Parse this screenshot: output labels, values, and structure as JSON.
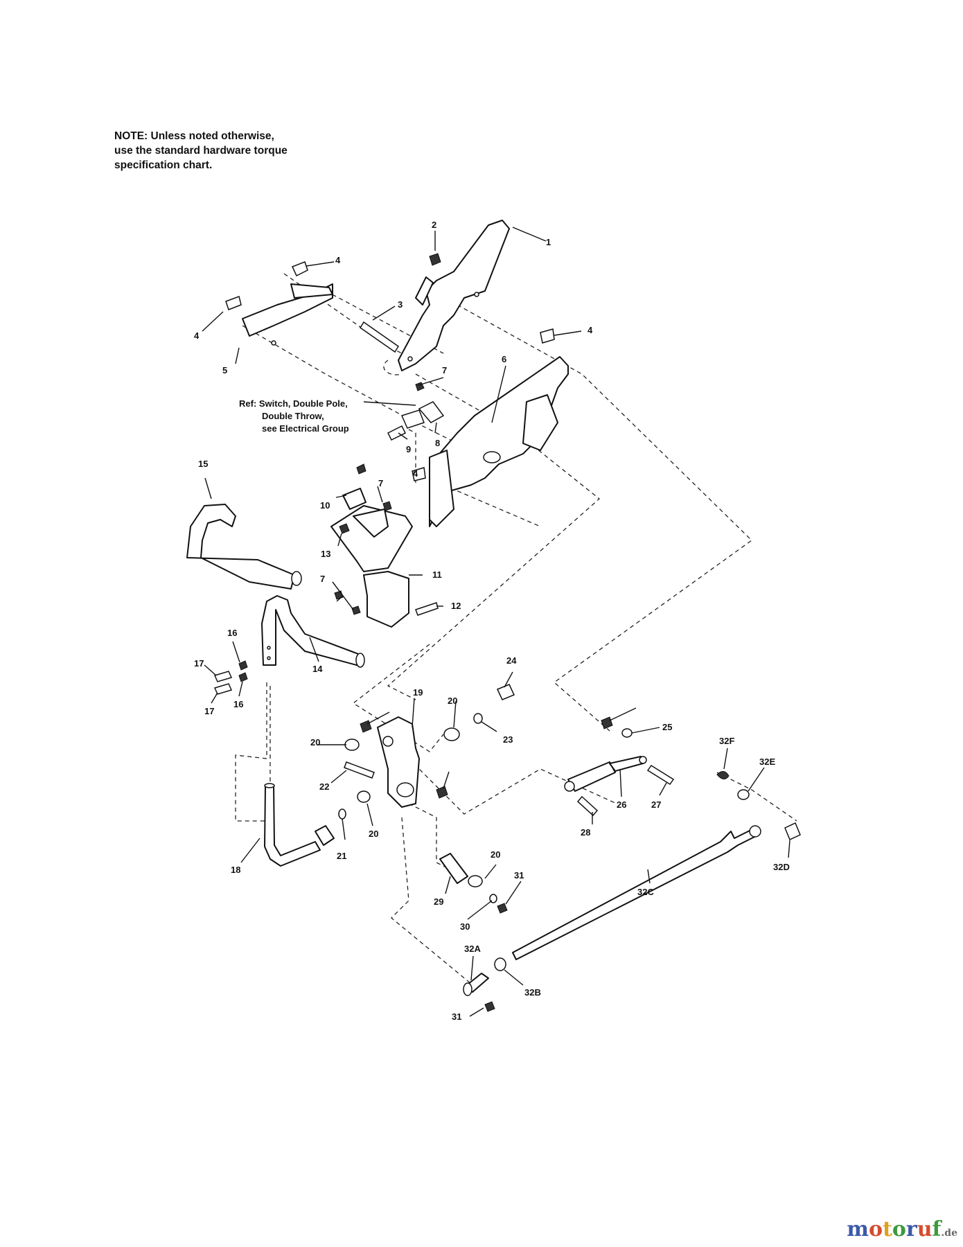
{
  "note": {
    "line1": "NOTE: Unless noted otherwise,",
    "line2": "use the standard hardware torque",
    "line3": "specification chart."
  },
  "reference": {
    "line1": "Ref: Switch, Double Pole,",
    "line2": "Double Throw,",
    "line3": "see Electrical Group"
  },
  "callouts": [
    "1",
    "2",
    "3",
    "4",
    "5",
    "6",
    "7",
    "8",
    "9",
    "10",
    "11",
    "12",
    "13",
    "14",
    "15",
    "16",
    "17",
    "18",
    "19",
    "20",
    "21",
    "22",
    "23",
    "24",
    "25",
    "26",
    "27",
    "28",
    "29",
    "30",
    "31",
    "32A",
    "32B",
    "32C",
    "32D",
    "32E",
    "32F"
  ],
  "watermark": {
    "letters": [
      "m",
      "o",
      "t",
      "o",
      "r",
      "u",
      "f"
    ],
    "tld": ".de",
    "colors": [
      "#3c5aa8",
      "#d64b2e",
      "#e0a020",
      "#3c9a3c",
      "#3c5aa8",
      "#d64b2e",
      "#3c9a3c"
    ]
  }
}
